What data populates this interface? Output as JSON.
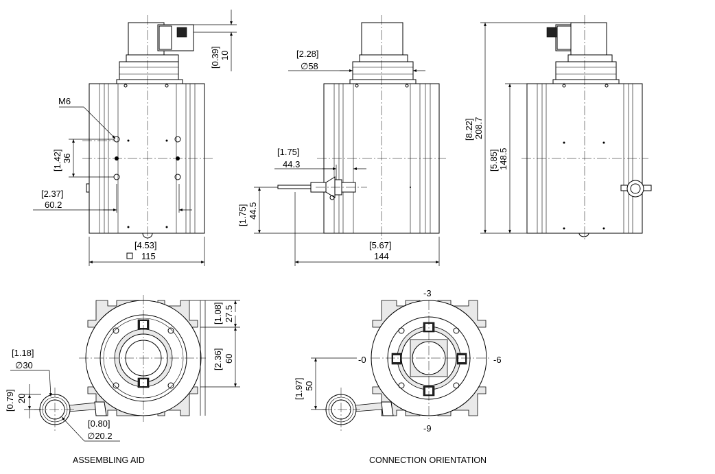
{
  "dimensions": {
    "d10_in": "[0.39]",
    "d10_mm": "10",
    "m6": "M6",
    "d36_in": "[1.42]",
    "d36_mm": "36",
    "d60_2_in": "[2.37]",
    "d60_2_mm": "60.2",
    "d115_in": "[4.53]",
    "d115_mm": "115",
    "d58_in": "[2.28]",
    "d58_mm": "∅58",
    "d44_3_in": "[1.75]",
    "d44_3_mm": "44.3",
    "d44_5_in": "[1.75]",
    "d44_5_mm": "44.5",
    "d144_in": "[5.67]",
    "d144_mm": "144",
    "d208_7_in": "[8.22]",
    "d208_7_mm": "208.7",
    "d148_5_in": "[5.85]",
    "d148_5_mm": "148.5",
    "d27_5_in": "[1.08]",
    "d27_5_mm": "27.5",
    "d60_in": "[2.36]",
    "d60_mm": "60",
    "d30_in": "[1.18]",
    "d30_mm": "∅30",
    "d20_in": "[0.79]",
    "d20_mm": "20",
    "d20_2_in": "[0.80]",
    "d20_2_mm": "∅20.2",
    "d50_in": "[1.97]",
    "d50_mm": "50"
  },
  "orientation": {
    "top": "-3",
    "left": "-0",
    "right": "-6",
    "bottom": "-9"
  },
  "captions": {
    "assembling_aid": "ASSEMBLING AID",
    "connection_orientation": "CONNECTION ORIENTATION"
  }
}
